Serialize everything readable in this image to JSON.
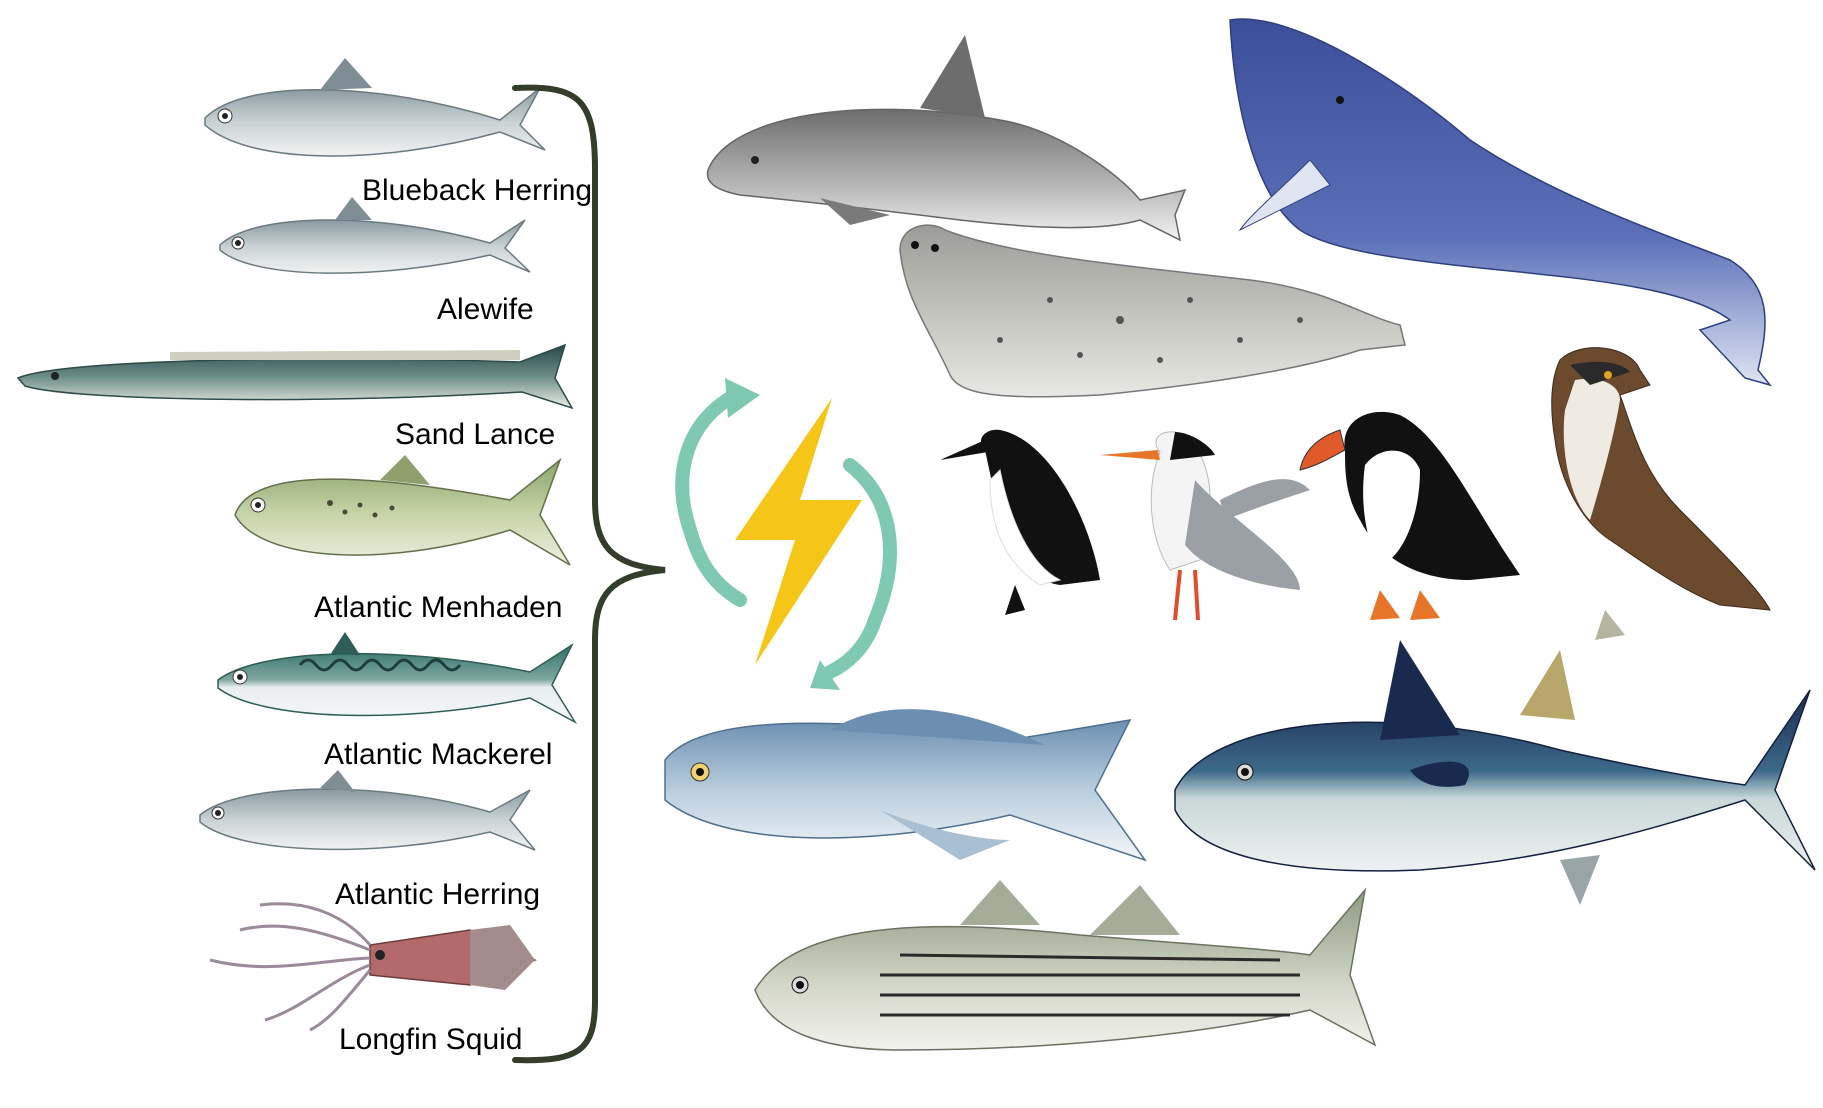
{
  "forage_species": [
    {
      "name": "Blueback Herring"
    },
    {
      "name": "Alewife"
    },
    {
      "name": "Sand Lance"
    },
    {
      "name": "Atlantic Menhaden"
    },
    {
      "name": "Atlantic Mackerel"
    },
    {
      "name": "Atlantic Herring"
    },
    {
      "name": "Longfin Squid"
    }
  ],
  "predators": [
    "harbor-porpoise",
    "humpback-whale",
    "harbor-seal",
    "razorbill",
    "tern",
    "atlantic-puffin",
    "osprey",
    "bluefish",
    "bluefin-tuna",
    "striped-bass"
  ],
  "colors": {
    "brace": "#333d29",
    "cycle_arrows": "#7fc8b2",
    "lightning": "#f5c518"
  },
  "icons": {
    "center": "energy-exchange-icon"
  }
}
